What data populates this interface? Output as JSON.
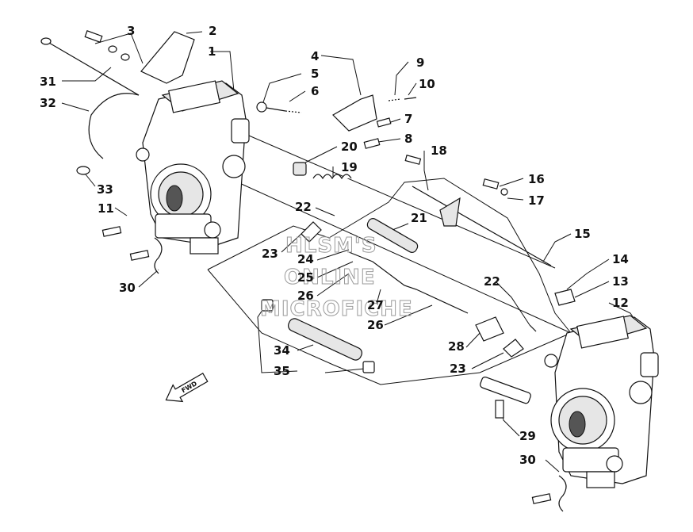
{
  "labels": [
    {
      "id": "l1",
      "text": "1"
    },
    {
      "id": "l2",
      "text": "2"
    },
    {
      "id": "l3",
      "text": "3"
    },
    {
      "id": "l4",
      "text": "4"
    },
    {
      "id": "l5",
      "text": "5"
    },
    {
      "id": "l6",
      "text": "6"
    },
    {
      "id": "l7",
      "text": "7"
    },
    {
      "id": "l8",
      "text": "8"
    },
    {
      "id": "l9",
      "text": "9"
    },
    {
      "id": "l10",
      "text": "10"
    },
    {
      "id": "l11",
      "text": "11"
    },
    {
      "id": "l12",
      "text": "12"
    },
    {
      "id": "l13",
      "text": "13"
    },
    {
      "id": "l14",
      "text": "14"
    },
    {
      "id": "l15",
      "text": "15"
    },
    {
      "id": "l16",
      "text": "16"
    },
    {
      "id": "l17",
      "text": "17"
    },
    {
      "id": "l18",
      "text": "18"
    },
    {
      "id": "l19",
      "text": "19"
    },
    {
      "id": "l20",
      "text": "20"
    },
    {
      "id": "l21",
      "text": "21"
    },
    {
      "id": "l22a",
      "text": "22"
    },
    {
      "id": "l22b",
      "text": "22"
    },
    {
      "id": "l23a",
      "text": "23"
    },
    {
      "id": "l23b",
      "text": "23"
    },
    {
      "id": "l24",
      "text": "24"
    },
    {
      "id": "l25",
      "text": "25"
    },
    {
      "id": "l26a",
      "text": "26"
    },
    {
      "id": "l26b",
      "text": "26"
    },
    {
      "id": "l27",
      "text": "27"
    },
    {
      "id": "l28",
      "text": "28"
    },
    {
      "id": "l29",
      "text": "29"
    },
    {
      "id": "l30a",
      "text": "30"
    },
    {
      "id": "l30b",
      "text": "30"
    },
    {
      "id": "l31",
      "text": "31"
    },
    {
      "id": "l32",
      "text": "32"
    },
    {
      "id": "l33",
      "text": "33"
    },
    {
      "id": "l34",
      "text": "34"
    },
    {
      "id": "l35",
      "text": "35"
    }
  ],
  "watermark": {
    "line1": "HLSM'S",
    "line2": "ONLINE",
    "line3": "MICROFICHE"
  },
  "direction_arrow": {
    "text": "FWD"
  }
}
